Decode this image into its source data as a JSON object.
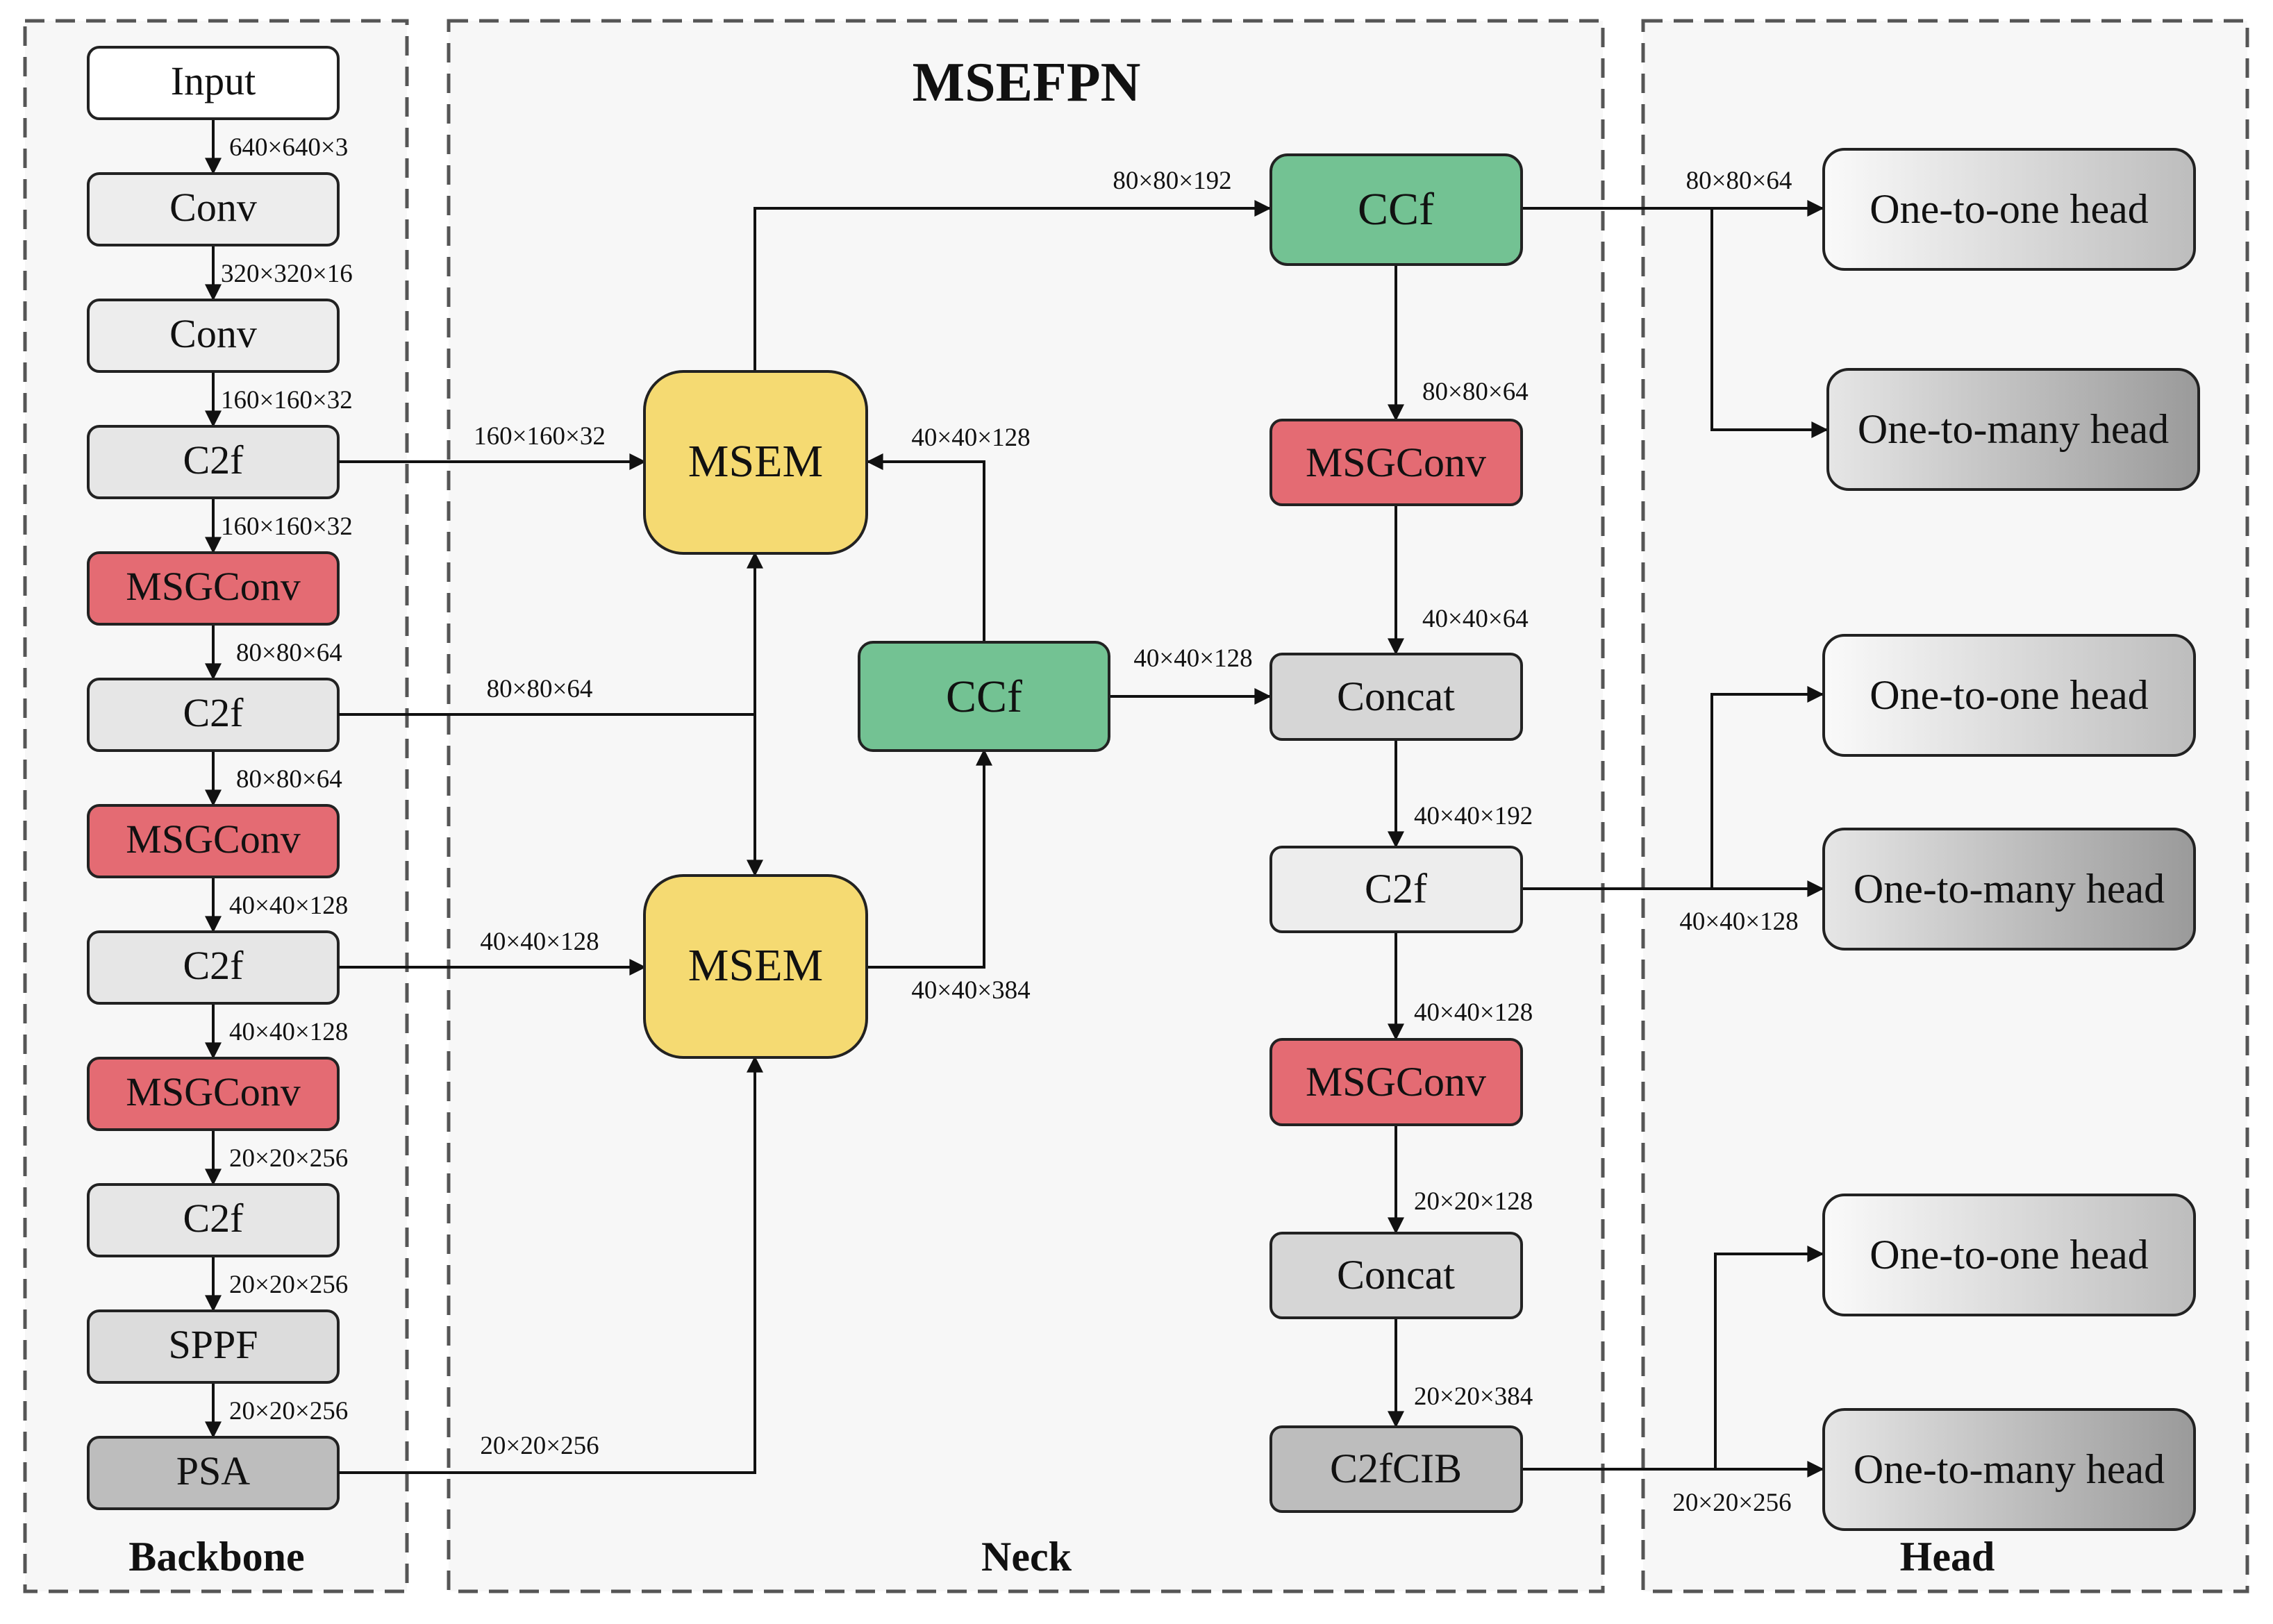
{
  "diagram": {
    "title": "MSEFPN",
    "sections": {
      "backbone": "Backbone",
      "neck": "Neck",
      "head": "Head"
    },
    "backbone_nodes": {
      "input": "Input",
      "conv1": "Conv",
      "conv2": "Conv",
      "c2f1": "C2f",
      "msgconv1": "MSGConv",
      "c2f2": "C2f",
      "msgconv2": "MSGConv",
      "c2f3": "C2f",
      "msgconv3": "MSGConv",
      "c2f4": "C2f",
      "sppf": "SPPF",
      "psa": "PSA"
    },
    "backbone_edges": {
      "input_conv1": "640×640×3",
      "conv1_conv2": "320×320×16",
      "conv2_c2f1": "160×160×32",
      "c2f1_msgconv1": "160×160×32",
      "msgconv1_c2f2": "80×80×64",
      "c2f2_msgconv2": "80×80×64",
      "msgconv2_c2f3": "40×40×128",
      "c2f3_msgconv3": "40×40×128",
      "msgconv3_c2f4": "20×20×256",
      "c2f4_sppf": "20×20×256",
      "sppf_psa": "20×20×256"
    },
    "neck_nodes": {
      "msem_top": "MSEM",
      "msem_bottom": "MSEM",
      "ccf_mid": "CCf",
      "ccf_top": "CCf",
      "msgconv_a": "MSGConv",
      "concat_a": "Concat",
      "c2f_n": "C2f",
      "msgconv_b": "MSGConv",
      "concat_b": "Concat",
      "c2fcib": "C2fCIB"
    },
    "neck_edges": {
      "c2f1_msem_top": "160×160×32",
      "c2f2_bus": "80×80×64",
      "c2f3_msem_bottom": "40×40×128",
      "psa_msem_bottom": "20×20×256",
      "ccf_mid_msem_top": "40×40×128",
      "msem_bottom_ccf_mid": "40×40×384",
      "msem_top_ccf_top": "80×80×192",
      "ccf_top_msgconv_a": "80×80×64",
      "ccf_mid_concat_a": "40×40×128",
      "msgconv_a_concat_a": "40×40×64",
      "concat_a_c2f_n": "40×40×192",
      "c2f_n_msgconv_b": "40×40×128",
      "msgconv_b_concat_b": "20×20×128",
      "concat_b_c2fcib": "20×20×384"
    },
    "head_nodes": {
      "head1_o2o": "One-to-one head",
      "head1_o2m": "One-to-many head",
      "head2_o2o": "One-to-one head",
      "head2_o2m": "One-to-many head",
      "head3_o2o": "One-to-one head",
      "head3_o2m": "One-to-many head"
    },
    "head_edges": {
      "ccf_top_head1": "80×80×64",
      "c2f_n_head2": "40×40×128",
      "c2fcib_head3": "20×20×256"
    },
    "colors": {
      "section_fill": "#f7f7f7",
      "section_border": "#555555",
      "node_light": "#ededed",
      "node_mid": "#d6d6d6",
      "node_dark": "#bdbdbd",
      "msgconv_red": "#e46b73",
      "ccf_green": "#73c293",
      "msem_yellow": "#f5da72",
      "white": "#ffffff",
      "line": "#111111"
    }
  }
}
